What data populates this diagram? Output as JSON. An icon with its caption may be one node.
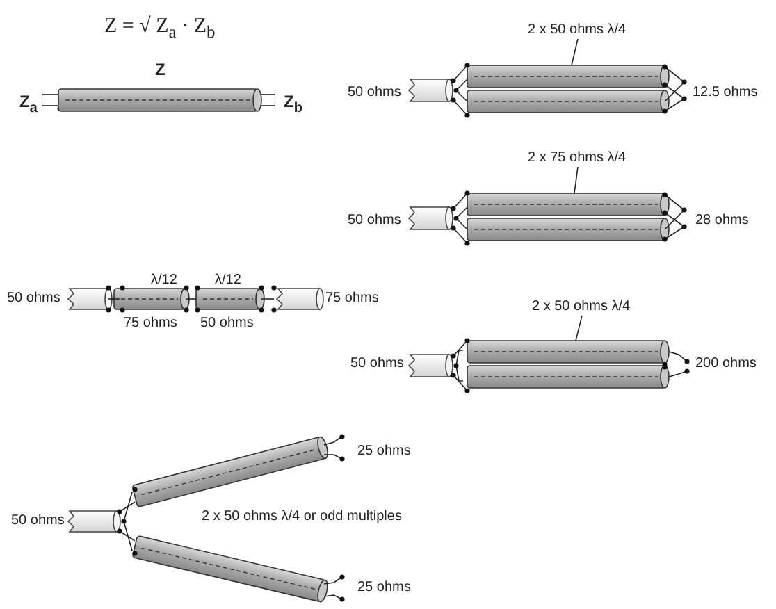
{
  "diagram": {
    "nodes": [
      {
        "text": [],
        "shape": "cylinder"
      },
      {
        "text": [
          "2 x 50 ohms λ/4"
        ]
      },
      {
        "text": [],
        "shape": "cylinder"
      },
      {
        "text": [],
        "shape": "cylinder"
      },
      {
        "text": [
          "2 x 75 ohms λ/4"
        ]
      },
      {
        "text": [],
        "shape": "cylinder"
      },
      {
        "text": [],
        "shape": "cylinder"
      },
      {
        "text": [
          "2 x 50 ohms λ/4"
        ]
      },
      {
        "text": [],
        "shape": "cylinder"
      },
      {
        "text": [],
        "shape": "cylinder"
      }
    ],
    "edges": [
      {
        "from": 1,
        "to": 2,
        "arrow": "none"
      },
      {
        "from": 4,
        "to": 5,
        "arrow": "none"
      },
      {
        "from": 7,
        "to": 8,
        "arrow": "none"
      }
    ],
    "labels": [
      "Z = √ Z$_{a}$ · Z$_{b}$",
      "Z",
      "Z$_{a}$",
      "Z$_{b}$",
      "50 ohms",
      "12.5 ohms",
      "50 ohms",
      "28 ohms",
      "λ/12",
      "λ/12",
      "50 ohms",
      "75 ohms",
      "75 ohms",
      "50 ohms",
      "50 ohms",
      "200 ohms",
      "25 ohms",
      "50 ohms",
      "2 x 50 ohms λ/4 or odd multiples",
      "25 ohms"
    ]
  }
}
